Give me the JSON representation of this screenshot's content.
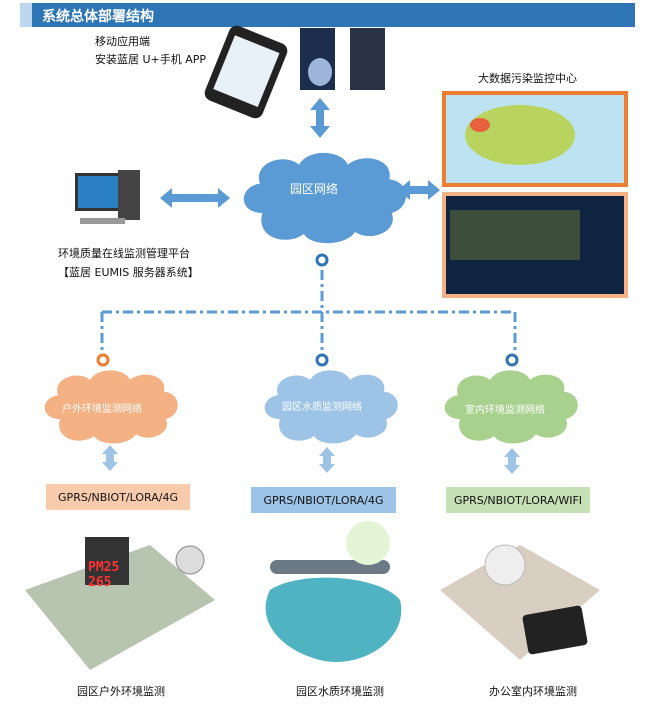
{
  "header": {
    "title": "系统总体部署结构"
  },
  "mobile": {
    "line1": "移动应用端",
    "line2": "安装蓝居 U+手机 APP"
  },
  "bigdata": {
    "title": "大数据污染监控中心"
  },
  "platform": {
    "line1": "环境质量在线监测管理平台",
    "line2": "【蓝居 EUMIS 服务器系统】"
  },
  "core_cloud": {
    "label": "园区网络"
  },
  "subnets": [
    {
      "label": "户外环境监测网络",
      "protocol": "GPRS/NBIOT/LORA/4G",
      "caption": "园区户外环境监测",
      "color": "#f4b183",
      "proto_color": "#f8cbad"
    },
    {
      "label": "园区水质监测网络",
      "protocol": "GPRS/NBIOT/LORA/4G",
      "caption": "园区水质环境监测",
      "color": "#9dc3e6",
      "proto_color": "#9dc3e6"
    },
    {
      "label": "室内环境监测网络",
      "protocol": "GPRS/NBIOT/LORA/WIFI",
      "caption": "办公室内环境监测",
      "color": "#a9d18e",
      "proto_color": "#c5e0b4"
    }
  ],
  "sign": {
    "line1": "PM25",
    "line2": "265"
  },
  "colors": {
    "accent": "#2e75b6",
    "arrow": "#9dc3e6",
    "core": "#5b9bd5"
  }
}
